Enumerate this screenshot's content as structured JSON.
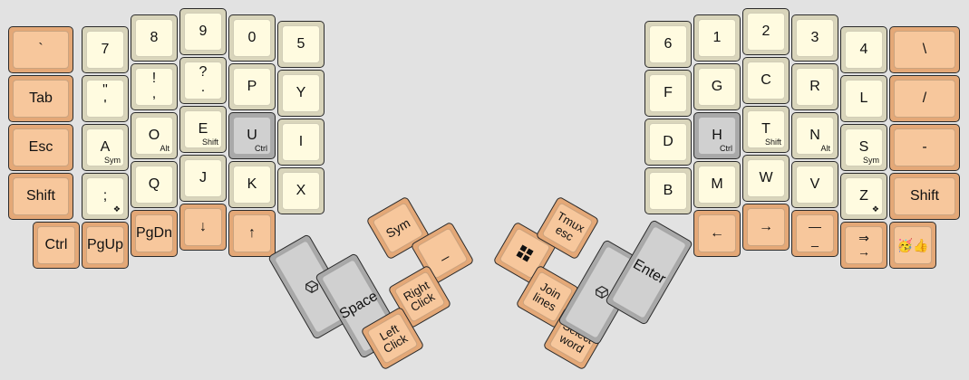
{
  "colors": {
    "orange_outer": "#e4a877",
    "orange_cap": "#f7c79c",
    "cream_outer": "#d9d5bb",
    "cream_cap": "#fffbe0",
    "gray_outer": "#a9a9a9",
    "gray_cap": "#d0d0d0"
  },
  "left_hand": {
    "col0": [
      "`",
      "Tab",
      "Esc",
      "Shift"
    ],
    "col1": [
      "7",
      "\"\n'",
      "A",
      ";"
    ],
    "col1_subs": [
      "",
      "",
      "Sym",
      "❖"
    ],
    "col2": [
      "8",
      "!\n,",
      "O",
      "Q"
    ],
    "col2_subs": [
      "",
      "",
      "Alt",
      ""
    ],
    "col3": [
      "9",
      "?\n.",
      "E",
      "J"
    ],
    "col3_subs": [
      "",
      "",
      "Shift",
      ""
    ],
    "col4": [
      "0",
      "P",
      "U",
      "K"
    ],
    "col4_subs": [
      "",
      "",
      "Ctrl",
      ""
    ],
    "col5": [
      "5",
      "Y",
      "I",
      "X"
    ],
    "bottom_row": [
      "Ctrl",
      "PgUp",
      "PgDn",
      "↓",
      "↑"
    ],
    "thumb": {
      "sym": "Sym",
      "underscore": "_",
      "right_click": "Right\nClick",
      "left_click": "Left\nClick",
      "space": "Space",
      "cube_icon": "cube-outline-icon"
    }
  },
  "right_hand": {
    "col0": [
      "6",
      "F",
      "D",
      "B"
    ],
    "col1": [
      "1",
      "G",
      "H",
      "M"
    ],
    "col1_subs": [
      "",
      "",
      "Ctrl",
      ""
    ],
    "col2": [
      "2",
      "C",
      "T",
      "W"
    ],
    "col2_subs": [
      "",
      "",
      "Shift",
      ""
    ],
    "col3": [
      "3",
      "R",
      "N",
      "V"
    ],
    "col3_subs": [
      "",
      "",
      "Alt",
      ""
    ],
    "col4": [
      "4",
      "L",
      "S",
      "Z"
    ],
    "col4_subs": [
      "",
      "",
      "Sym",
      "❖"
    ],
    "col5": [
      "\\",
      "/",
      "-",
      "Shift"
    ],
    "bottom_row": [
      "←",
      "→",
      "—\n_",
      "⇒\n→",
      "🥳👍"
    ],
    "thumb": {
      "win_icon": "windows-logo-icon",
      "tmux": "Tmux\nesc",
      "join": "Join\nlines",
      "select": "Select\nword",
      "enter": "Enter",
      "cube_icon": "cube-outline-icon"
    }
  }
}
